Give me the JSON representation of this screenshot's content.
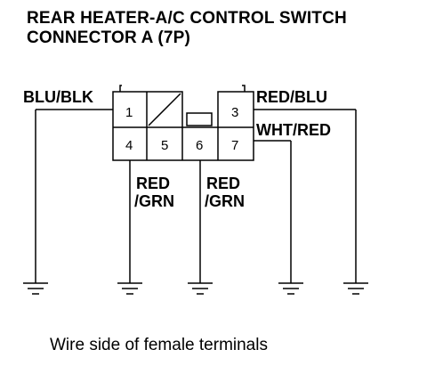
{
  "title": {
    "line1": "REAR HEATER-A/C CONTROL SWITCH",
    "line2": "CONNECTOR A (7P)"
  },
  "connector": {
    "pins": [
      "1",
      "3",
      "4",
      "5",
      "6",
      "7"
    ]
  },
  "wires": {
    "blu_blk": "BLU/BLK",
    "red_blu": "RED/BLU",
    "wht_red": "WHT/RED",
    "red_grn_1_line1": "RED",
    "red_grn_1_line2": "/GRN",
    "red_grn_2_line1": "RED",
    "red_grn_2_line2": "/GRN"
  },
  "footer": "Wire side of female terminals"
}
